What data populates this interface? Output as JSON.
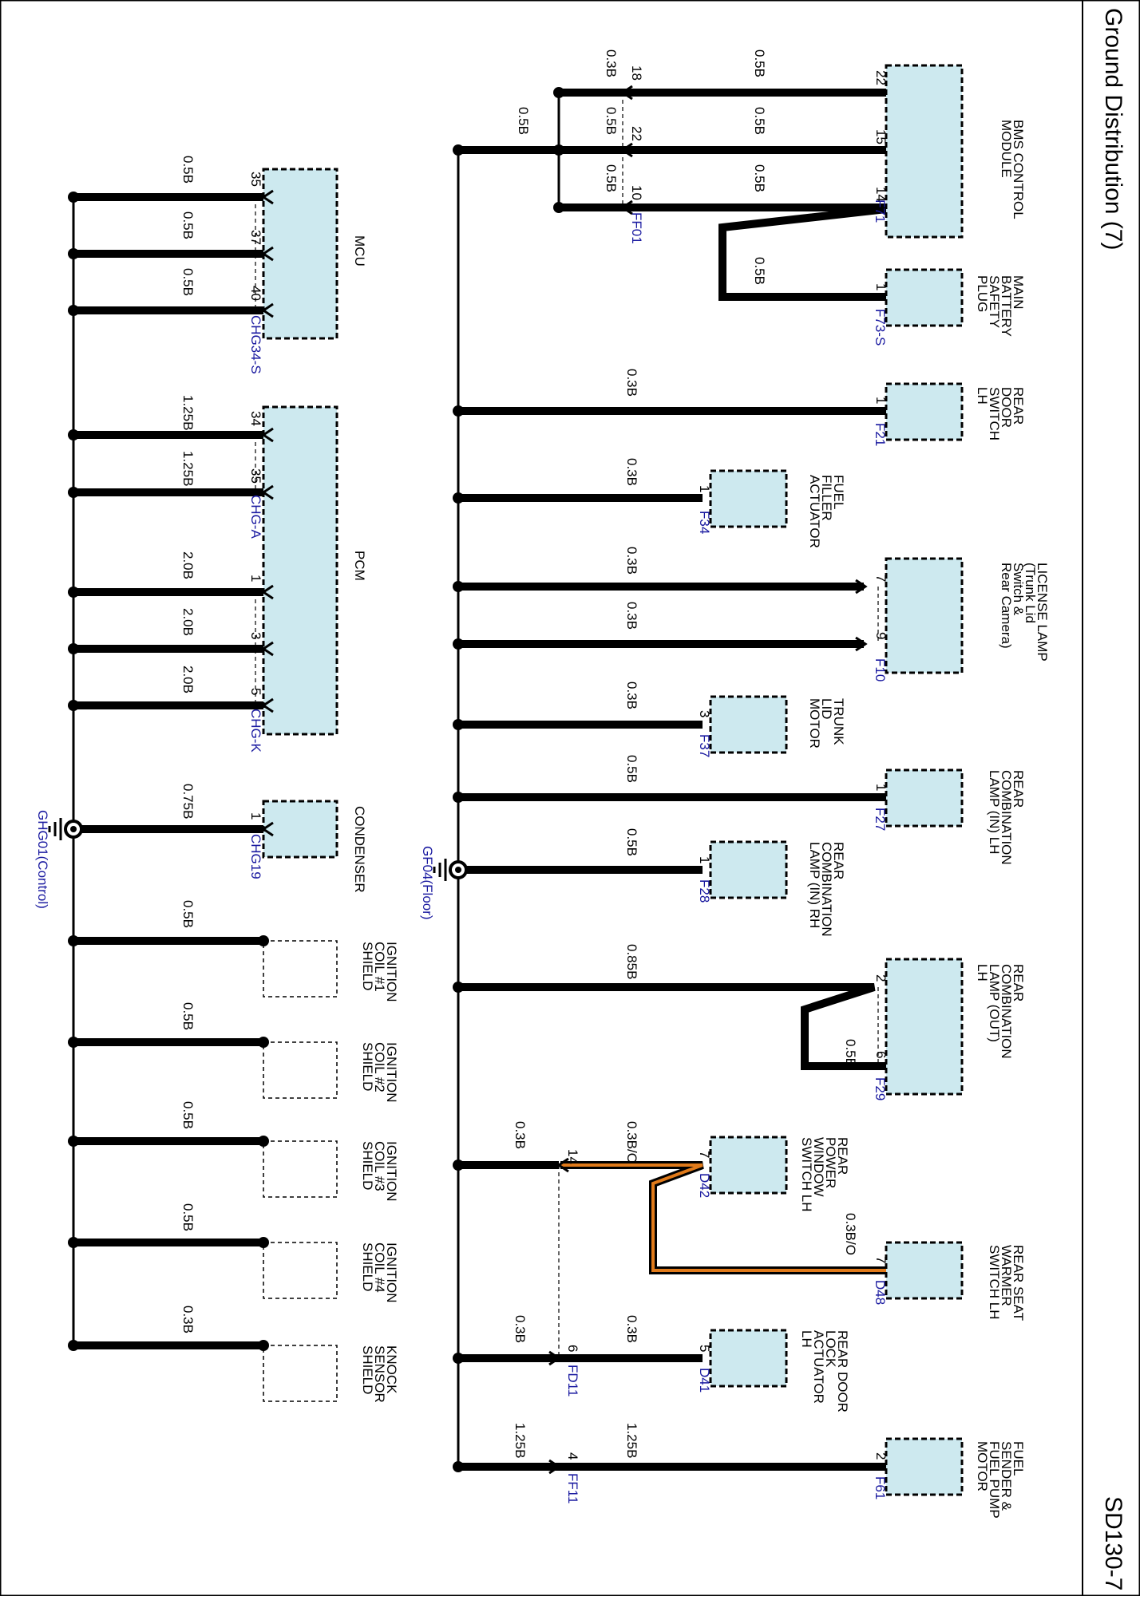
{
  "header": {
    "title": "Ground Distribution (7)",
    "page_code": "SD130-7"
  },
  "colors": {
    "box_fill": "#cde9ef",
    "wire": "#000000",
    "wire_orange": "#e07a1a",
    "connector_blue": "#1a1aa0"
  },
  "ground_points": [
    {
      "id": "gf04",
      "label": "GF04(Floor)"
    },
    {
      "id": "ghg01",
      "label": "GHG01(Control)"
    }
  ],
  "components": [
    {
      "id": "bms",
      "label": "BMS CONTROL MODULE",
      "connector": "F71"
    },
    {
      "id": "mbsp",
      "label": "MAIN BATTERY SAFETY PLUG",
      "connector": "F73-S"
    },
    {
      "id": "rdslh",
      "label": "REAR DOOR SWITCH LH",
      "connector": "F21"
    },
    {
      "id": "ffa",
      "label": "FUEL FILLER ACTUATOR",
      "connector": "F34"
    },
    {
      "id": "lic",
      "label": "LICENSE LAMP (Trunk Lid Switch & Rear Camera)",
      "connector": "F10"
    },
    {
      "id": "tlm",
      "label": "TRUNK LID MOTOR",
      "connector": "F37"
    },
    {
      "id": "rclinlh",
      "label": "REAR COMBINATION LAMP (IN) LH",
      "connector": "F27"
    },
    {
      "id": "rclinrh",
      "label": "REAR COMBINATION LAMP (IN) RH",
      "connector": "F28"
    },
    {
      "id": "rcloutlh",
      "label": "REAR COMBINATION LAMP (OUT) LH",
      "connector": "F29"
    },
    {
      "id": "rpwslh",
      "label": "REAR POWER WINDOW SWITCH LH",
      "connector": "D42"
    },
    {
      "id": "rswslh",
      "label": "REAR SEAT WARMER SWITCH LH",
      "connector": "D48"
    },
    {
      "id": "rdlalh",
      "label": "REAR DOOR LOCK ACTUATOR LH",
      "connector": "D41"
    },
    {
      "id": "fsfpm",
      "label": "FUEL SENDER & FUEL PUMP MOTOR",
      "connector": "F61"
    },
    {
      "id": "mcu",
      "label": "MCU",
      "connector": "CHG34-S"
    },
    {
      "id": "pcm",
      "label": "PCM",
      "connector": "CHG-A"
    },
    {
      "id": "pcm2",
      "label": "",
      "connector": "CHG-K"
    },
    {
      "id": "cond",
      "label": "CONDENSER",
      "connector": "CHG19"
    },
    {
      "id": "ic1",
      "label": "IGNITION COIL #1 SHIELD",
      "connector": ""
    },
    {
      "id": "ic2",
      "label": "IGNITION COIL #2 SHIELD",
      "connector": ""
    },
    {
      "id": "ic3",
      "label": "IGNITION COIL #3 SHIELD",
      "connector": ""
    },
    {
      "id": "ic4",
      "label": "IGNITION COIL #4 SHIELD",
      "connector": ""
    },
    {
      "id": "knock",
      "label": "KNOCK SENSOR SHIELD",
      "connector": ""
    }
  ],
  "inline_connectors": [
    "FF01",
    "FD11",
    "FF11"
  ],
  "wires": [
    {
      "id": "bms22",
      "pin": "22",
      "spec": "0.5B"
    },
    {
      "id": "bms15",
      "pin": "15",
      "spec": "0.5B"
    },
    {
      "id": "bms14",
      "pin": "14",
      "spec": "0.5B"
    },
    {
      "id": "ff18",
      "pin": "18",
      "spec": "0.3B"
    },
    {
      "id": "ff22",
      "pin": "22",
      "spec": "0.5B"
    },
    {
      "id": "ff10",
      "pin": "10",
      "spec": "0.5B"
    },
    {
      "id": "bmsbus",
      "pin": "",
      "spec": "0.5B"
    },
    {
      "id": "mbsp1",
      "pin": "1",
      "spec": "0.5B"
    },
    {
      "id": "rds1",
      "pin": "1",
      "spec": "0.3B"
    },
    {
      "id": "ffa1",
      "pin": "1",
      "spec": "0.3B"
    },
    {
      "id": "lic7",
      "pin": "7",
      "spec": "0.3B"
    },
    {
      "id": "lic9",
      "pin": "9",
      "spec": "0.3B"
    },
    {
      "id": "tlm3",
      "pin": "3",
      "spec": "0.3B"
    },
    {
      "id": "rclin1",
      "pin": "1",
      "spec": "0.5B"
    },
    {
      "id": "rclrh1",
      "pin": "1",
      "spec": "0.5B"
    },
    {
      "id": "rclout2",
      "pin": "2",
      "spec": "0.85B"
    },
    {
      "id": "rclout6",
      "pin": "6",
      "spec": "0.5B"
    },
    {
      "id": "rpw7",
      "pin": "7",
      "spec": "0.3B/O"
    },
    {
      "id": "fd14",
      "pin": "14",
      "spec": "0.3B"
    },
    {
      "id": "rsw7",
      "pin": "7",
      "spec": "0.3B/O"
    },
    {
      "id": "rdl5",
      "pin": "5",
      "spec": "0.3B"
    },
    {
      "id": "fd6",
      "pin": "6",
      "spec": "0.3B"
    },
    {
      "id": "fs2",
      "pin": "2",
      "spec": "1.25B"
    },
    {
      "id": "ff4",
      "pin": "4",
      "spec": "1.25B"
    },
    {
      "id": "mcu35",
      "pin": "35",
      "spec": "0.5B"
    },
    {
      "id": "mcu37",
      "pin": "37",
      "spec": "0.5B"
    },
    {
      "id": "mcu40",
      "pin": "40",
      "spec": "0.5B"
    },
    {
      "id": "pcm34",
      "pin": "34",
      "spec": "1.25B"
    },
    {
      "id": "pcm35",
      "pin": "35",
      "spec": "1.25B"
    },
    {
      "id": "pcm1",
      "pin": "1",
      "spec": "2.0B"
    },
    {
      "id": "pcm3",
      "pin": "3",
      "spec": "2.0B"
    },
    {
      "id": "pcm5",
      "pin": "5",
      "spec": "2.0B"
    },
    {
      "id": "cond1",
      "pin": "1",
      "spec": "0.75B"
    },
    {
      "id": "ic1w",
      "pin": "",
      "spec": "0.5B"
    },
    {
      "id": "ic2w",
      "pin": "",
      "spec": "0.5B"
    },
    {
      "id": "ic3w",
      "pin": "",
      "spec": "0.5B"
    },
    {
      "id": "ic4w",
      "pin": "",
      "spec": "0.5B"
    },
    {
      "id": "knockw",
      "pin": "",
      "spec": "0.3B"
    }
  ]
}
